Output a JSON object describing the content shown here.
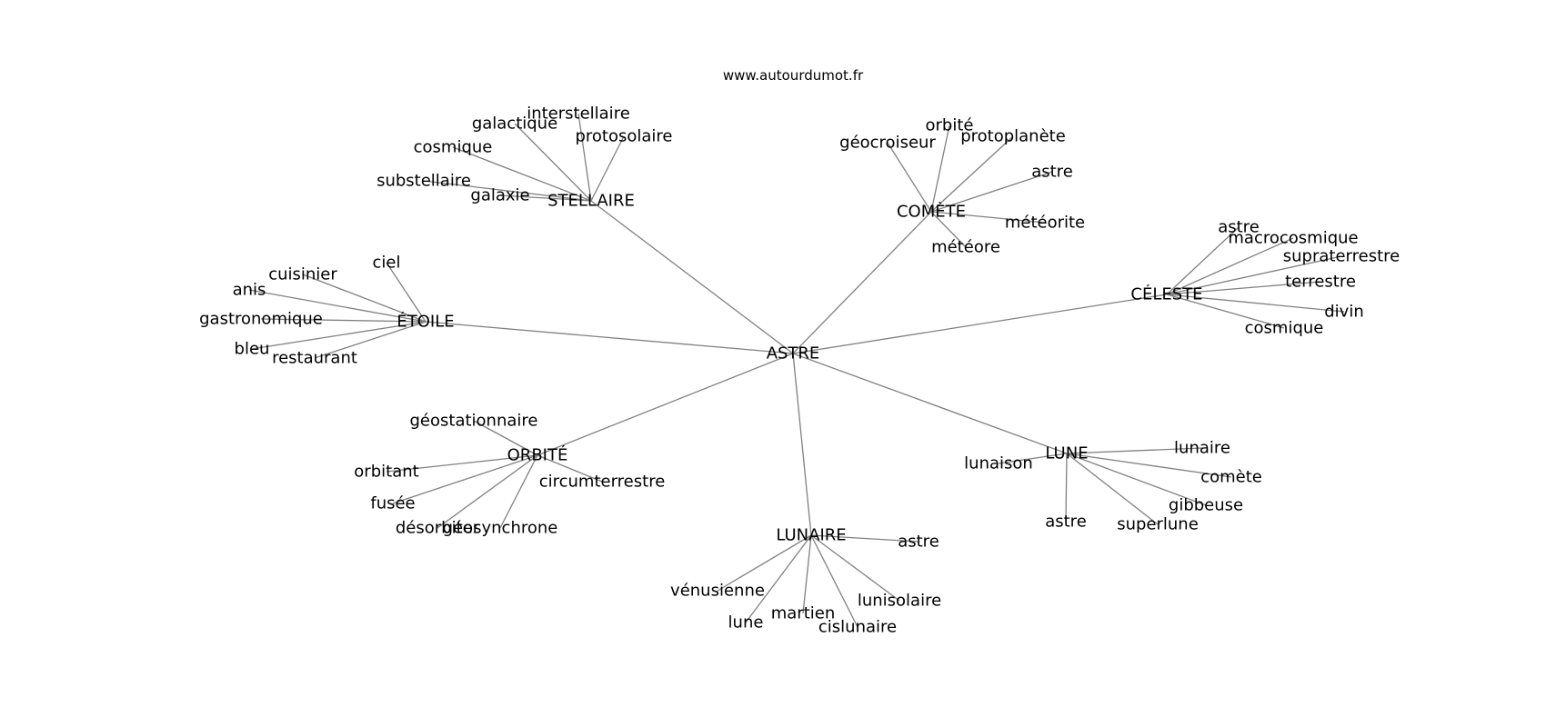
{
  "source": "www.autourdumot.fr",
  "root": "ASTRE",
  "groups": [
    {
      "name": "STELLAIRE",
      "words": [
        "interstellaire",
        "galactique",
        "protosolaire",
        "cosmique",
        "substellaire",
        "galaxie"
      ]
    },
    {
      "name": "COMÈTE",
      "words": [
        "orbité",
        "géocroiseur",
        "protoplanète",
        "astre",
        "météorite",
        "météore"
      ]
    },
    {
      "name": "CÉLESTE",
      "words": [
        "astre",
        "macrocosmique",
        "supraterrestre",
        "terrestre",
        "divin",
        "cosmique"
      ]
    },
    {
      "name": "ÉTOILE",
      "words": [
        "ciel",
        "cuisinier",
        "anis",
        "gastronomique",
        "bleu",
        "restaurant"
      ]
    },
    {
      "name": "ORBITÉ",
      "words": [
        "géostationnaire",
        "orbitant",
        "circumterrestre",
        "fusée",
        "désorbiter",
        "géosynchrone"
      ]
    },
    {
      "name": "LUNE",
      "words": [
        "lunaire",
        "lunaison",
        "comète",
        "gibbeuse",
        "astre",
        "superlune"
      ]
    },
    {
      "name": "LUNAIRE",
      "words": [
        "astre",
        "vénusienne",
        "lunisolaire",
        "martien",
        "lune",
        "cislunaire"
      ]
    }
  ]
}
